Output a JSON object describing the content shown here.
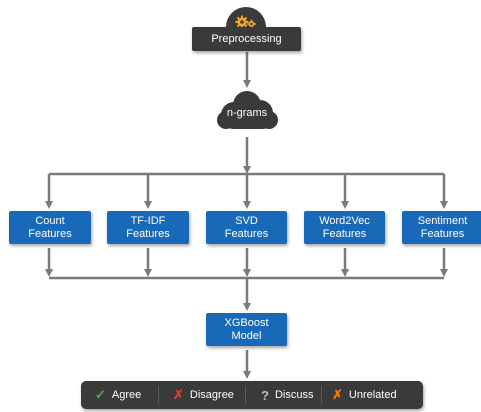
{
  "nodes": {
    "preprocessing": "Preprocessing",
    "ngrams": "n-grams",
    "features": [
      {
        "line1": "Count",
        "line2": "Features"
      },
      {
        "line1": "TF-IDF",
        "line2": "Features"
      },
      {
        "line1": "SVD",
        "line2": "Features"
      },
      {
        "line1": "Word2Vec",
        "line2": "Features"
      },
      {
        "line1": "Sentiment",
        "line2": "Features"
      }
    ],
    "model": {
      "line1": "XGBoost",
      "line2": "Model"
    }
  },
  "outputs": [
    {
      "icon": "✓",
      "icon_name": "check-icon",
      "label": "Agree",
      "color": "#4caf50"
    },
    {
      "icon": "✗",
      "icon_name": "cross-icon",
      "label": "Disagree",
      "color": "#e53935"
    },
    {
      "icon": "?",
      "icon_name": "question-icon",
      "label": "Discuss",
      "color": "#bdbdbd"
    },
    {
      "icon": "✗",
      "icon_name": "cross-icon",
      "label": "Unrelated",
      "color": "#f57c00"
    }
  ],
  "colors": {
    "dark_node": "#3a3a3a",
    "feature_node": "#1869b8",
    "connector": "#7a7a7a",
    "gear": "#f5a623"
  }
}
